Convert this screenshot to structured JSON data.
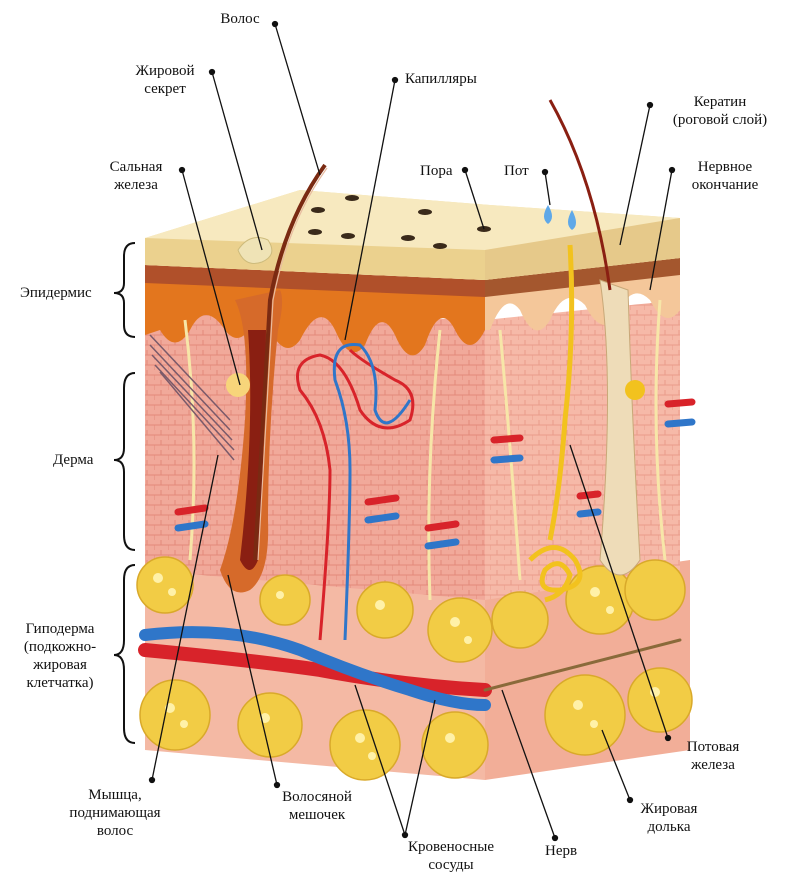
{
  "colors": {
    "epidermis_top": "#F3E1A8",
    "epidermis_orange": "#E3761E",
    "dermis": "#F1A99A",
    "dermis_dark": "#E48A7A",
    "hypodermis": "#F6C7B6",
    "fat": "#F2CC45",
    "artery": "#D8232A",
    "vein": "#2F76C9",
    "nerve": "#F7E6A8",
    "gland": "#F2C21E"
  },
  "labels": {
    "hair": "Волос",
    "sebum": "Жировой\nсекрет",
    "capillaries": "Капилляры",
    "keratin": "Кератин\n(роговой слой)",
    "sebaceous_gland": "Сальная\nжелеза",
    "pore": "Пора",
    "sweat": "Пот",
    "nerve_ending": "Нервное\nокончание",
    "epidermis": "Эпидермис",
    "dermis": "Дерма",
    "hypodermis": "Гиподерма\n(подкожно-\nжировая\nклетчатка)",
    "arrector_muscle": "Мышца,\nподнимающая\nволос",
    "hair_follicle": "Волосяной\nмешочек",
    "blood_vessels": "Кровеносные\nсосуды",
    "nerve": "Нерв",
    "sweat_gland": "Потовая\nжелеза",
    "fat_lobule": "Жировая\nдолька"
  }
}
